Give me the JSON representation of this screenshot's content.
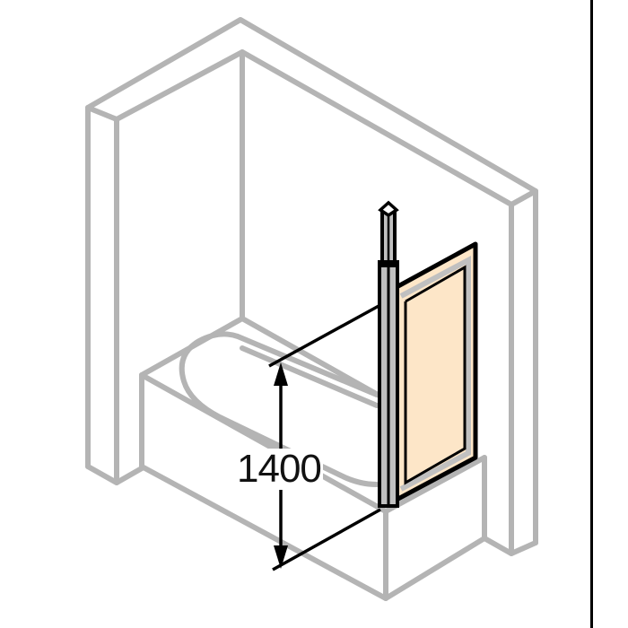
{
  "diagram": {
    "subject": "Bath screen installed on bathtub (isometric line drawing)",
    "dimension": {
      "label": "1400",
      "unit_implied": "mm",
      "measures": "screen height above bathtub rim"
    },
    "colors": {
      "outline_gray": "#b4b4b4",
      "frame_black": "#000000",
      "frame_profile_gray": "#c0c0c0",
      "glass_fill": "#fde6c8",
      "background": "#ffffff"
    },
    "components": [
      {
        "name": "wall-left",
        "style": "gray outline"
      },
      {
        "name": "wall-back",
        "style": "gray outline"
      },
      {
        "name": "wall-right",
        "style": "gray outline"
      },
      {
        "name": "bathtub",
        "style": "gray outline"
      },
      {
        "name": "wall-post",
        "style": "black/gray profile"
      },
      {
        "name": "glass-panel",
        "style": "tinted fill with black frame"
      },
      {
        "name": "dimension-arrow",
        "style": "black double arrow"
      }
    ]
  }
}
